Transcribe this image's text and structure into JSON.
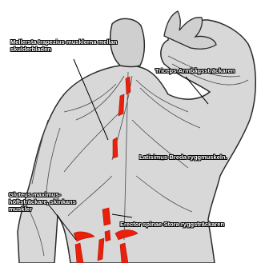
{
  "labels": {
    "trapezius": "Mellersta trapezius-musklerna mellan skulderbladen",
    "triceps": "Triceps-Armbågssträckaren",
    "latissimus": "Latisimus-Breda ryggmuskeln.",
    "gluteus": "Gluteus maximus-höftsträckare, skinkans muskler",
    "erector": "Erector spinae-Stora ryggsträckaren"
  },
  "colors": {
    "highlight": "#e8200c",
    "body_fill": "#d8d8d8",
    "outline": "#2a2a2a",
    "label_text": "#ffffff",
    "label_outline": "#000000"
  }
}
